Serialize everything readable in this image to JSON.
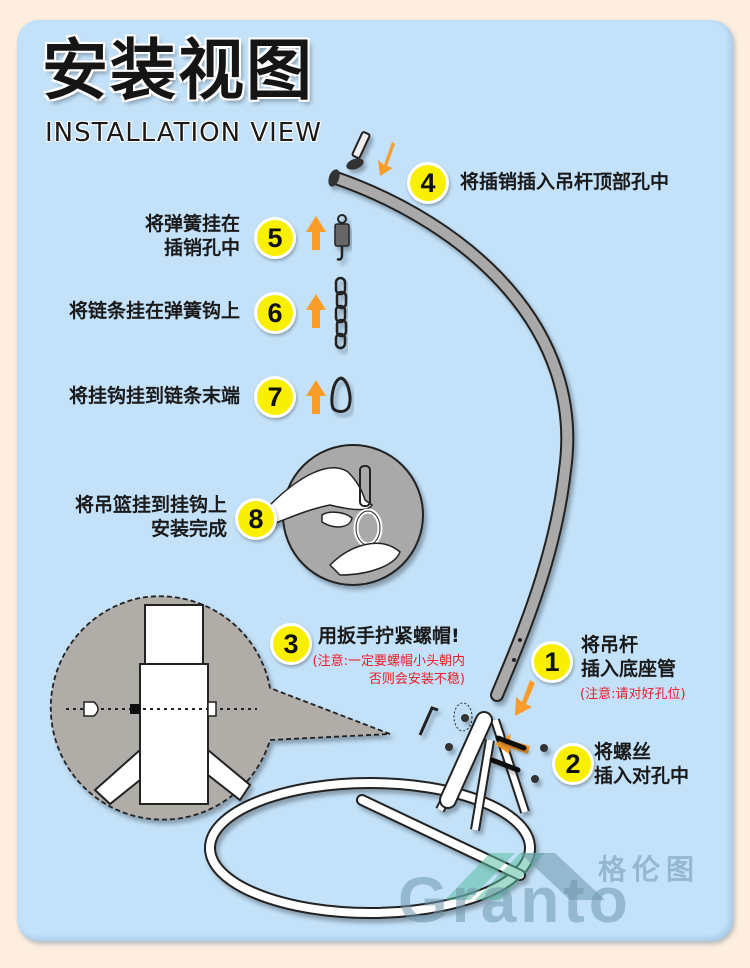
{
  "header": {
    "title": "安装视图",
    "subtitle": "INSTALLATION VIEW"
  },
  "steps": [
    {
      "number": "1",
      "label_lines": [
        "将吊杆",
        "插入底座管"
      ],
      "note": "(注意:请对好孔位)"
    },
    {
      "number": "2",
      "label_lines": [
        "将螺丝",
        "插入对孔中"
      ]
    },
    {
      "number": "3",
      "label_lines": [
        "用扳手拧紧螺帽!"
      ],
      "note_lines": [
        "(注意:一定要螺帽小头朝内",
        "否则会安装不稳)"
      ]
    },
    {
      "number": "4",
      "label_lines": [
        "将插销插入吊杆顶部孔中"
      ]
    },
    {
      "number": "5",
      "label_lines": [
        "将弹簧挂在",
        "插销孔中"
      ]
    },
    {
      "number": "6",
      "label_lines": [
        "将链条挂在弹簧钩上"
      ]
    },
    {
      "number": "7",
      "label_lines": [
        "将挂钩挂到链条末端"
      ]
    },
    {
      "number": "8",
      "label_lines": [
        "将吊篮挂到挂钩上",
        "安装完成"
      ]
    }
  ],
  "parts": {
    "step4": "pin-and-nut-icon",
    "step5": "spring-icon",
    "step6": "chain-icon",
    "step7": "carabiner-icon",
    "step8": "hand-hooking-basket-illustration",
    "step3": "bolt-nut-zoom-detail",
    "base": "stand-base-ring"
  },
  "colors": {
    "page_bg": "#feeedf",
    "panel_bg": "#c3e2fa",
    "badge": "#f8f000",
    "arrow": "#f99d2a",
    "note_red": "#ee1b24",
    "pole": "#a8a8a8",
    "detail_gray": "#b0aca8"
  },
  "watermark": {
    "brand": "Granto",
    "brand_cn": "格伦图"
  }
}
